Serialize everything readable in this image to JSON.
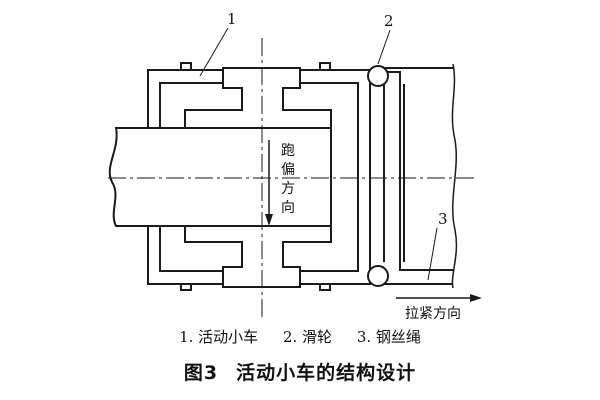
{
  "figure": {
    "labels": {
      "num_1": "1",
      "num_2": "2",
      "num_3": "3",
      "deviation_direction": [
        "跑",
        "偏",
        "方",
        "向"
      ],
      "tension_direction": "拉紧方向"
    },
    "legend": {
      "item_1": "1. 活动小车",
      "item_2": "2. 滑轮",
      "item_3": "3. 钢丝绳"
    },
    "caption": {
      "number": "图3",
      "title": "活动小车的结构设计"
    }
  }
}
